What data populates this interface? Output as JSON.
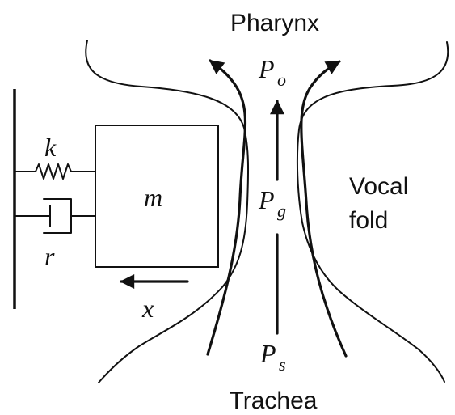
{
  "labels": {
    "pharynx": "Pharynx",
    "trachea": "Trachea",
    "vocal_fold_line1": "Vocal",
    "vocal_fold_line2": "fold",
    "spring_constant": "k",
    "damping": "r",
    "mass": "m",
    "displacement": "x",
    "p_o_main": "P",
    "p_o_sub": "o",
    "p_g_main": "P",
    "p_g_sub": "g",
    "p_s_main": "P",
    "p_s_sub": "s"
  }
}
